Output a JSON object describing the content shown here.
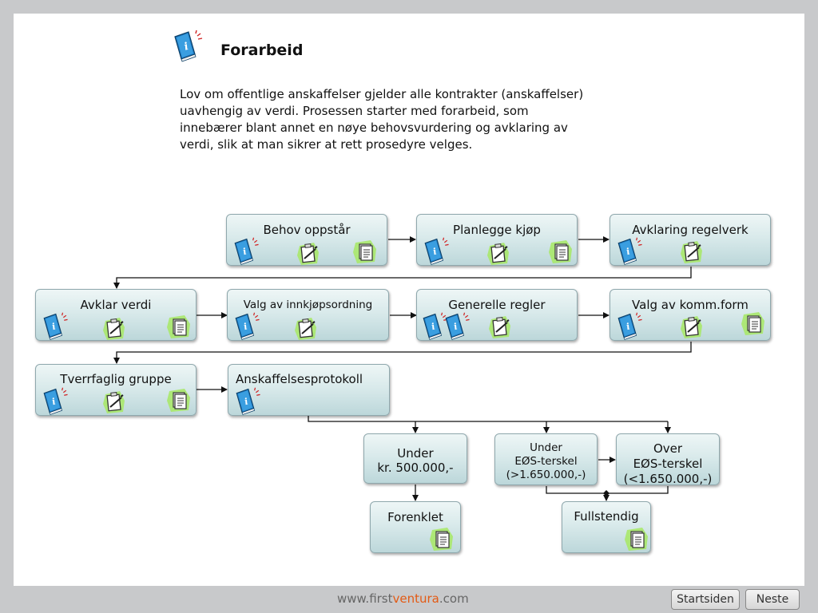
{
  "title": "Forarbeid",
  "intro_lines": [
    "Lov om offentlige anskaffelser gjelder alle kontrakter (anskaffelser)",
    "uavhengig av verdi. Prosessen starter med forarbeid, som",
    "innebærer blant annet en nøye behovsvurdering og avklaring av",
    "verdi, slik at man sikrer at rett prosedyre velges."
  ],
  "icons": {
    "info": "info-book-icon",
    "task": "clipboard-task-icon",
    "document": "document-icon"
  },
  "nodes": {
    "behov": {
      "label": "Behov oppstår"
    },
    "planlegge": {
      "label": "Planlegge kjøp"
    },
    "regelverk": {
      "label": "Avklaring regelverk"
    },
    "verdi": {
      "label": "Avklar verdi"
    },
    "innkjop": {
      "label": "Valg av innkjøpsordning"
    },
    "generelle": {
      "label": "Generelle regler"
    },
    "kommform": {
      "label": "Valg av komm.form"
    },
    "tverrfaglig": {
      "label": "Tverrfaglig gruppe"
    },
    "protokoll": {
      "label": "Anskaffelsesprotokoll"
    },
    "under500": {
      "line1": "Under",
      "line2": "kr. 500.000,-"
    },
    "undereos": {
      "line1": "Under",
      "line2": "EØS-terskel",
      "line3": "(>1.650.000,-)"
    },
    "overeos": {
      "line1": "Over",
      "line2": "EØS-terskel",
      "line3": "(<1.650.000,-)"
    },
    "forenklet": {
      "label": "Forenklet"
    },
    "fullstendig": {
      "label": "Fullstendig"
    }
  },
  "footer": {
    "url_prefix": "www.first",
    "url_accent": "ventura",
    "url_suffix": ".com"
  },
  "nav": {
    "home": "Startsiden",
    "next": "Neste"
  },
  "colors": {
    "book": "#1f7fc4",
    "highlight": "#a8e86a",
    "node_border": "#8fa8ad"
  }
}
